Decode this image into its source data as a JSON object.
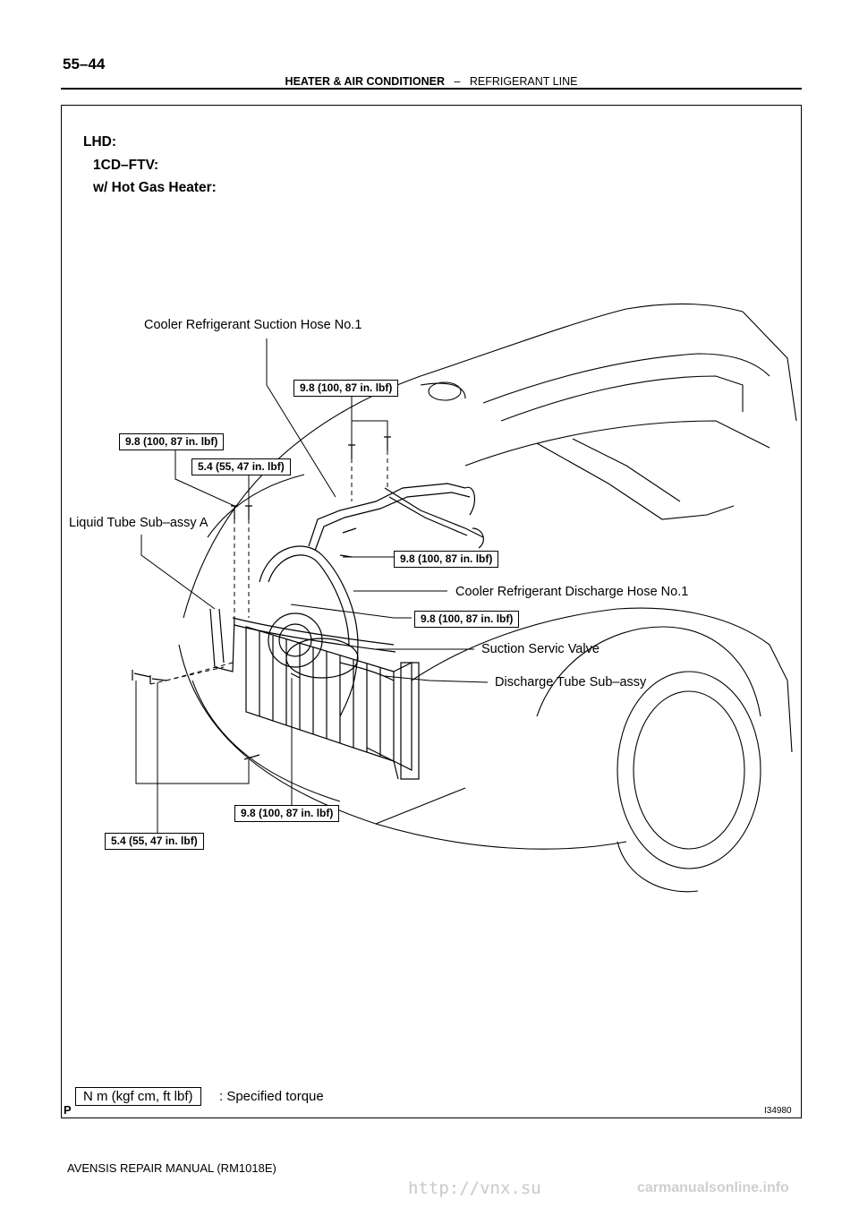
{
  "header": {
    "page_number": "55–44",
    "section": "HEATER & AIR CONDITIONER",
    "separator": "–",
    "subsection": "REFRIGERANT LINE"
  },
  "figure": {
    "conditions": [
      "LHD:",
      "1CD–FTV:",
      "w/ Hot Gas Heater:"
    ],
    "callouts": {
      "suction_hose": "Cooler Refrigerant Suction Hose No.1",
      "liquid_tube": "Liquid Tube Sub–assy A",
      "discharge_hose": "Cooler Refrigerant Discharge Hose No.1",
      "suction_valve": "Suction Servic Valve",
      "discharge_tube": "Discharge Tube Sub–assy"
    },
    "torques": {
      "t1": "9.8 (100, 87 in. lbf)",
      "t2": "9.8 (100, 87 in. lbf)",
      "t3": "5.4 (55, 47 in. lbf)",
      "t4": "9.8 (100, 87 in. lbf)",
      "t5": "9.8 (100, 87 in. lbf)",
      "t6": "9.8 (100, 87 in. lbf)",
      "t7": "5.4 (55, 47 in. lbf)"
    },
    "legend": {
      "unit": "N m (kgf cm, ft lbf)",
      "text": ": Specified torque"
    },
    "p_mark": "P",
    "figure_id": "I34980"
  },
  "footer": {
    "manual": "AVENSIS REPAIR MANUAL   (RM1018E)"
  },
  "watermark": {
    "url": "http://vnx.su",
    "site": "carmanualsonline.info"
  }
}
